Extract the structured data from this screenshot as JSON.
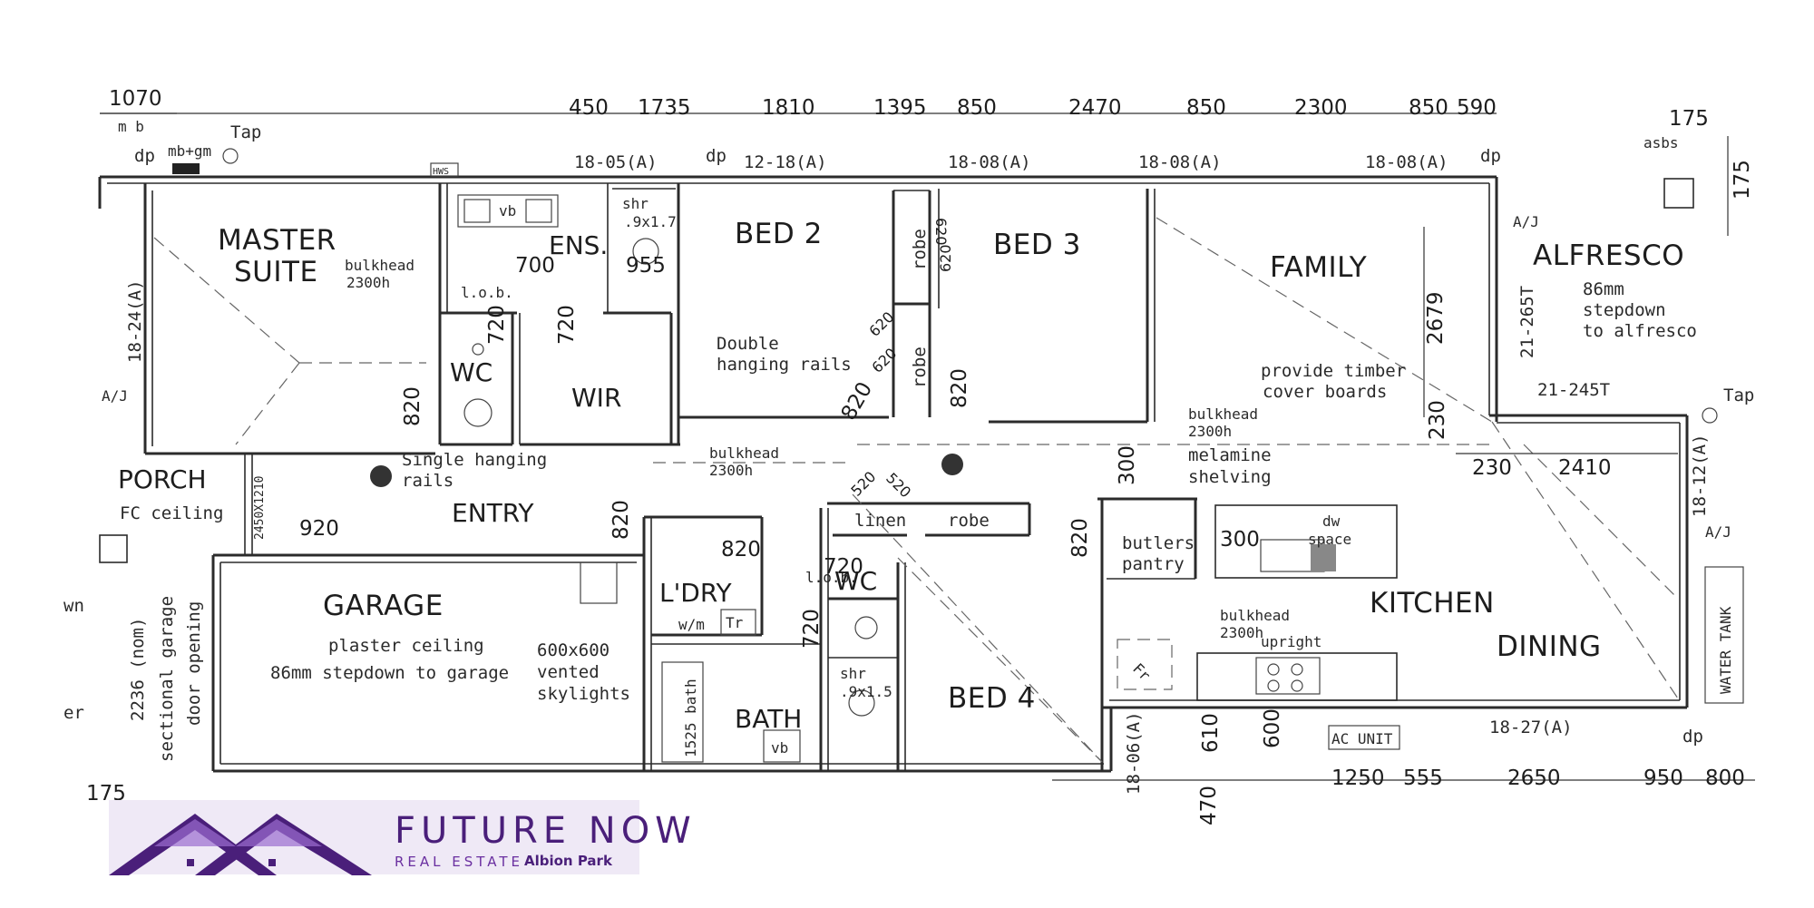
{
  "rooms": {
    "master_1": "MASTER",
    "master_2": "SUITE",
    "ens": "ENS.",
    "bed2": "BED 2",
    "bed3": "BED 3",
    "family": "FAMILY",
    "alfresco": "ALFRESCO",
    "wc1": "WC",
    "wir": "WIR",
    "porch": "PORCH",
    "entry": "ENTRY",
    "garage": "GARAGE",
    "ldry": "L'DRY",
    "wc2": "WC",
    "bath": "BATH",
    "bed4": "BED 4",
    "kitchen": "KITCHEN",
    "dining": "DINING",
    "linen": "linen",
    "robe1": "robe",
    "robe2": "robe",
    "robe3": "robe",
    "butlers_1": "butlers",
    "butlers_2": "pantry"
  },
  "notes": {
    "bulkhead": "bulkhead",
    "bulkhead_h": "2300h",
    "tap": "Tap",
    "dp": "dp",
    "mb_gm": "mb+gm",
    "m_b": "m  b",
    "hws": "HWS",
    "vb": "vb",
    "lob": "l.o.b.",
    "shr": "shr",
    "shr1_size": ".9x1.7",
    "shr2_size": ".9x1.5",
    "asbs": "asbs",
    "double_1": "Double",
    "double_2": "hanging rails",
    "single_1": "Single hanging",
    "single_2": "rails",
    "fc_ceiling": "FC ceiling",
    "plaster_ceiling": "plaster ceiling",
    "stepdown_garage": "86mm stepdown to garage",
    "skylight_1": "600x600",
    "skylight_2": "vented",
    "skylight_3": "skylights",
    "alf_1": "86mm",
    "alf_2": "stepdown",
    "alf_3": "to alfresco",
    "timber_1": "provide timber",
    "timber_2": "cover boards",
    "melamine_1": "melamine",
    "melamine_2": "shelving",
    "dw_1": "dw",
    "dw_2": "space",
    "upright": "upright",
    "wm": "w/m",
    "tr": "Tr",
    "fr": "Fr",
    "bath_size": "1525 bath",
    "vb2": "vb",
    "ac_unit": "AC UNIT",
    "water_tank": "WATER TANK",
    "garage_door_1": "2236 (nom)",
    "garage_door_2": "sectional garage",
    "garage_door_3": "door opening",
    "aj": "A/J",
    "window_top_1": "18-05(A)",
    "window_top_2": "12-18(A)",
    "window_top_3": "18-08(A)",
    "window_top_4": "18-08(A)",
    "window_top_5": "18-08(A)",
    "window_left": "18-24(A)",
    "window_alf": "21-265T",
    "window_alf2": "21-245T",
    "window_right": "18-12(A)",
    "window_bot1": "18-27(A)",
    "window_bot2": "18-06(A)",
    "window_porch": "2450X1210",
    "wn": "wn",
    "er": "er"
  },
  "dims": {
    "top": [
      "1070",
      "450",
      "1735",
      "1810",
      "1395",
      "850",
      "2470",
      "850",
      "2300",
      "850",
      "590",
      "175"
    ],
    "right_175": "175",
    "d700": "700",
    "d955": "955",
    "d720a": "720",
    "d720b": "720",
    "d820a": "820",
    "d820b": "820",
    "d820c": "820",
    "d820d": "820",
    "d820e": "820",
    "d820f": "820",
    "d620a": "620",
    "d620b": "620",
    "d620c": "620",
    "d620d": "620",
    "d520a": "520",
    "d520b": "520",
    "d920": "920",
    "d720c": "720",
    "d720d": "720",
    "d2679": "2679",
    "d230a": "230",
    "d230b": "230",
    "d2410": "2410",
    "d300a": "300",
    "d300b": "300",
    "d610": "610",
    "d600": "600",
    "d470": "470",
    "d175b": "175",
    "bottom": [
      "1250",
      "555",
      "2650",
      "950",
      "800"
    ]
  },
  "brand": {
    "title": "FUTURE NOW",
    "sub": "REAL ESTATE",
    "loc": "Albion Park",
    "color_primary": "#4a1f7a",
    "color_accent": "#9b6cd0"
  }
}
